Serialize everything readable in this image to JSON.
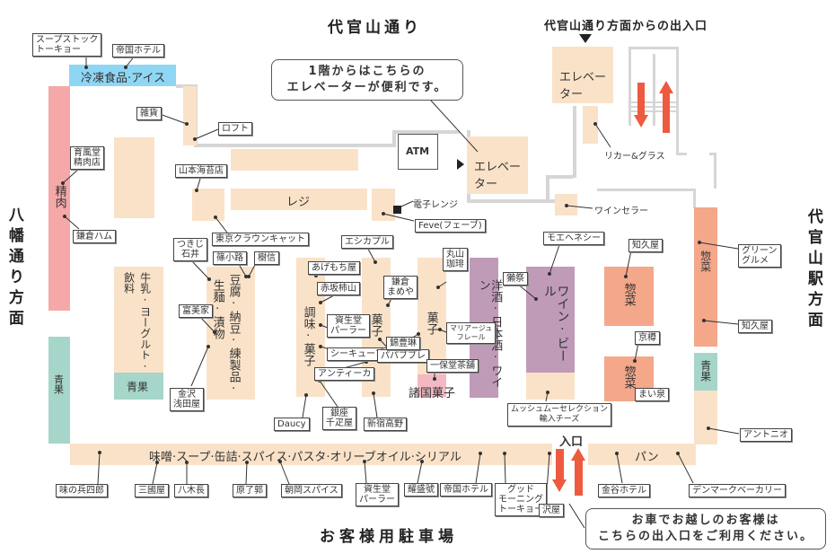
{
  "streets": {
    "top": "代官山通り",
    "top_right_entrance": "代官山通り方面からの出入口",
    "left": "八幡通り方面",
    "right": "代官山駅方面",
    "bottom": "お客様用駐車場"
  },
  "callouts": {
    "elevator_note": "1階からはこちらの\nエレベーターが便利です。",
    "car_note": "お車でお越しのお客様は\nこちらの出入口をご利用ください。"
  },
  "areas": {
    "frozen": "冷凍食品·アイス",
    "meat": "精肉",
    "produce_left": "青果",
    "register": "レジ",
    "atm": "ATM",
    "elevator_center": "エレベーター",
    "elevator_top": "エレベーター",
    "drinks": "飲料",
    "dairy": "牛乳·ヨーグルト·",
    "produce_mid": "青果",
    "tofu": "豆腐·納豆·練製品·",
    "noodles": "生麺·漬物",
    "seasoning": "調味·菓子",
    "sweets1": "菓子",
    "sweets2": "菓子",
    "regional_sweets": "諸国菓子",
    "liquor": "洋酒·日本酒·ワイン",
    "wine_beer": "ワイン·ビール",
    "deli_mid1": "惣菜",
    "deli_mid2": "惣菜",
    "deli_right": "惣菜",
    "produce_right": "青果",
    "pantry": "味噌·スープ·缶詰·スパイス·パスタ·オリーブオイル·シリアル",
    "bread": "パン",
    "entrance": "入口"
  },
  "plain_labels": {
    "microwave": "電子レンジ",
    "liquor_glass": "リカー&グラス",
    "wine_cellar": "ワインセラー"
  },
  "tags": {
    "soup_stock": "スープストック\nトーキョー",
    "imperial_top": "帝国ホテル",
    "zakka": "雑貨",
    "loft": "ロフト",
    "ikufudo": "育風堂\n精肉店",
    "kamakura_ham": "鎌倉ハム",
    "yamamoto": "山本海苔店",
    "tokyo_crown": "東京クラウンキャット",
    "tsukiji": "つきじ\n石井",
    "shinokoji": "篠小路",
    "jusen": "樹信",
    "fumiya": "富美家",
    "kanazawa": "金沢\n浅田屋",
    "feve": "Feve(フェーブ)",
    "esicaple": "エシカプル",
    "agemochi": "あげもち屋",
    "akasaka": "赤坂柿山",
    "shiseido1": "資生堂\nパーラー",
    "seacube": "シーキューブ",
    "antica": "アンティーカ",
    "daucy": "Daucy",
    "ginza": "銀座\n千疋屋",
    "shinjuku": "新宿高野",
    "kamakura_mameya": "鎌倉\nまめや",
    "papabubble": "パパブブレ",
    "kinhourin": "錦豊琳",
    "maruyama": "丸山\n珈琲",
    "mariage": "マリアージュ\nフレール",
    "ippodo": "一保堂茶舗",
    "moet": "モエヘネシー",
    "dassai": "獺祭",
    "mushu": "ムッシュムーセレクション\n輸入チーズ",
    "chikyuya1": "知久屋",
    "kyouju": "京樽",
    "maisen": "まい泉",
    "green_gourmet": "グリーン\nグルメ",
    "chikyuya2": "知久屋",
    "antonio": "アントニオ",
    "ajino": "味の兵四郎",
    "mikuniya": "三國屋",
    "yagicho": "八木長",
    "haranoryo": "原了郭",
    "asaoka": "朝岡スパイス",
    "shiseido2": "資生堂\nパーラー",
    "yoseigo": "耀盛號",
    "imperial_bottom": "帝国ホテル",
    "good_morning": "グッド\nモーニング\nトーキョー",
    "sawaya": "沢屋",
    "kanaya": "金谷ホテル",
    "denmark": "デンマークベーカリー"
  },
  "colors": {
    "shelf": "#fae2c8",
    "meat": "#f5a8a8",
    "deli": "#f5a78a",
    "produce": "#a6d5c9",
    "liquor": "#c09bb8",
    "frozen": "#8fd6f5",
    "arrow": "#ee5a3f"
  }
}
